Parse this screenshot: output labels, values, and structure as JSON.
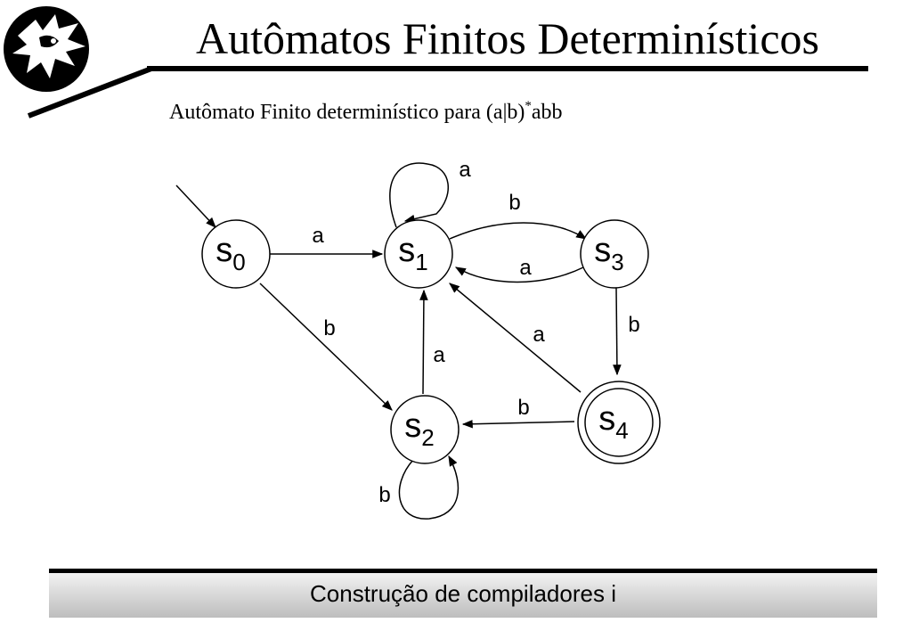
{
  "slide": {
    "title": "Autômatos Finitos Determinísticos",
    "subtitle_main": "Autômato Finito determinístico para (a|b)",
    "subtitle_sup": "*",
    "subtitle_tail": "abb",
    "footer": "Construção de compiladores i"
  },
  "logo": {
    "icon": "dragon-head-icon"
  },
  "automaton": {
    "states": [
      {
        "id": "s0",
        "base": "s",
        "index": "0",
        "accepting": false,
        "initial": true
      },
      {
        "id": "s1",
        "base": "s",
        "index": "1",
        "accepting": false,
        "initial": false
      },
      {
        "id": "s2",
        "base": "s",
        "index": "2",
        "accepting": false,
        "initial": false
      },
      {
        "id": "s3",
        "base": "s",
        "index": "3",
        "accepting": false,
        "initial": false
      },
      {
        "id": "s4",
        "base": "s",
        "index": "4",
        "accepting": true,
        "initial": false
      }
    ],
    "transitions": [
      {
        "from": "s0",
        "to": "s1",
        "symbol": "a"
      },
      {
        "from": "s0",
        "to": "s2",
        "symbol": "b"
      },
      {
        "from": "s1",
        "to": "s1",
        "symbol": "a"
      },
      {
        "from": "s1",
        "to": "s3",
        "symbol": "b"
      },
      {
        "from": "s3",
        "to": "s1",
        "symbol": "a"
      },
      {
        "from": "s3",
        "to": "s4",
        "symbol": "b"
      },
      {
        "from": "s4",
        "to": "s1",
        "symbol": "a"
      },
      {
        "from": "s4",
        "to": "s2",
        "symbol": "b"
      },
      {
        "from": "s2",
        "to": "s1",
        "symbol": "a"
      },
      {
        "from": "s2",
        "to": "s2",
        "symbol": "b"
      }
    ]
  },
  "colors": {
    "ink": "#000000",
    "footer_light": "#f2f2f2",
    "footer_dark": "#bdbdbd"
  }
}
